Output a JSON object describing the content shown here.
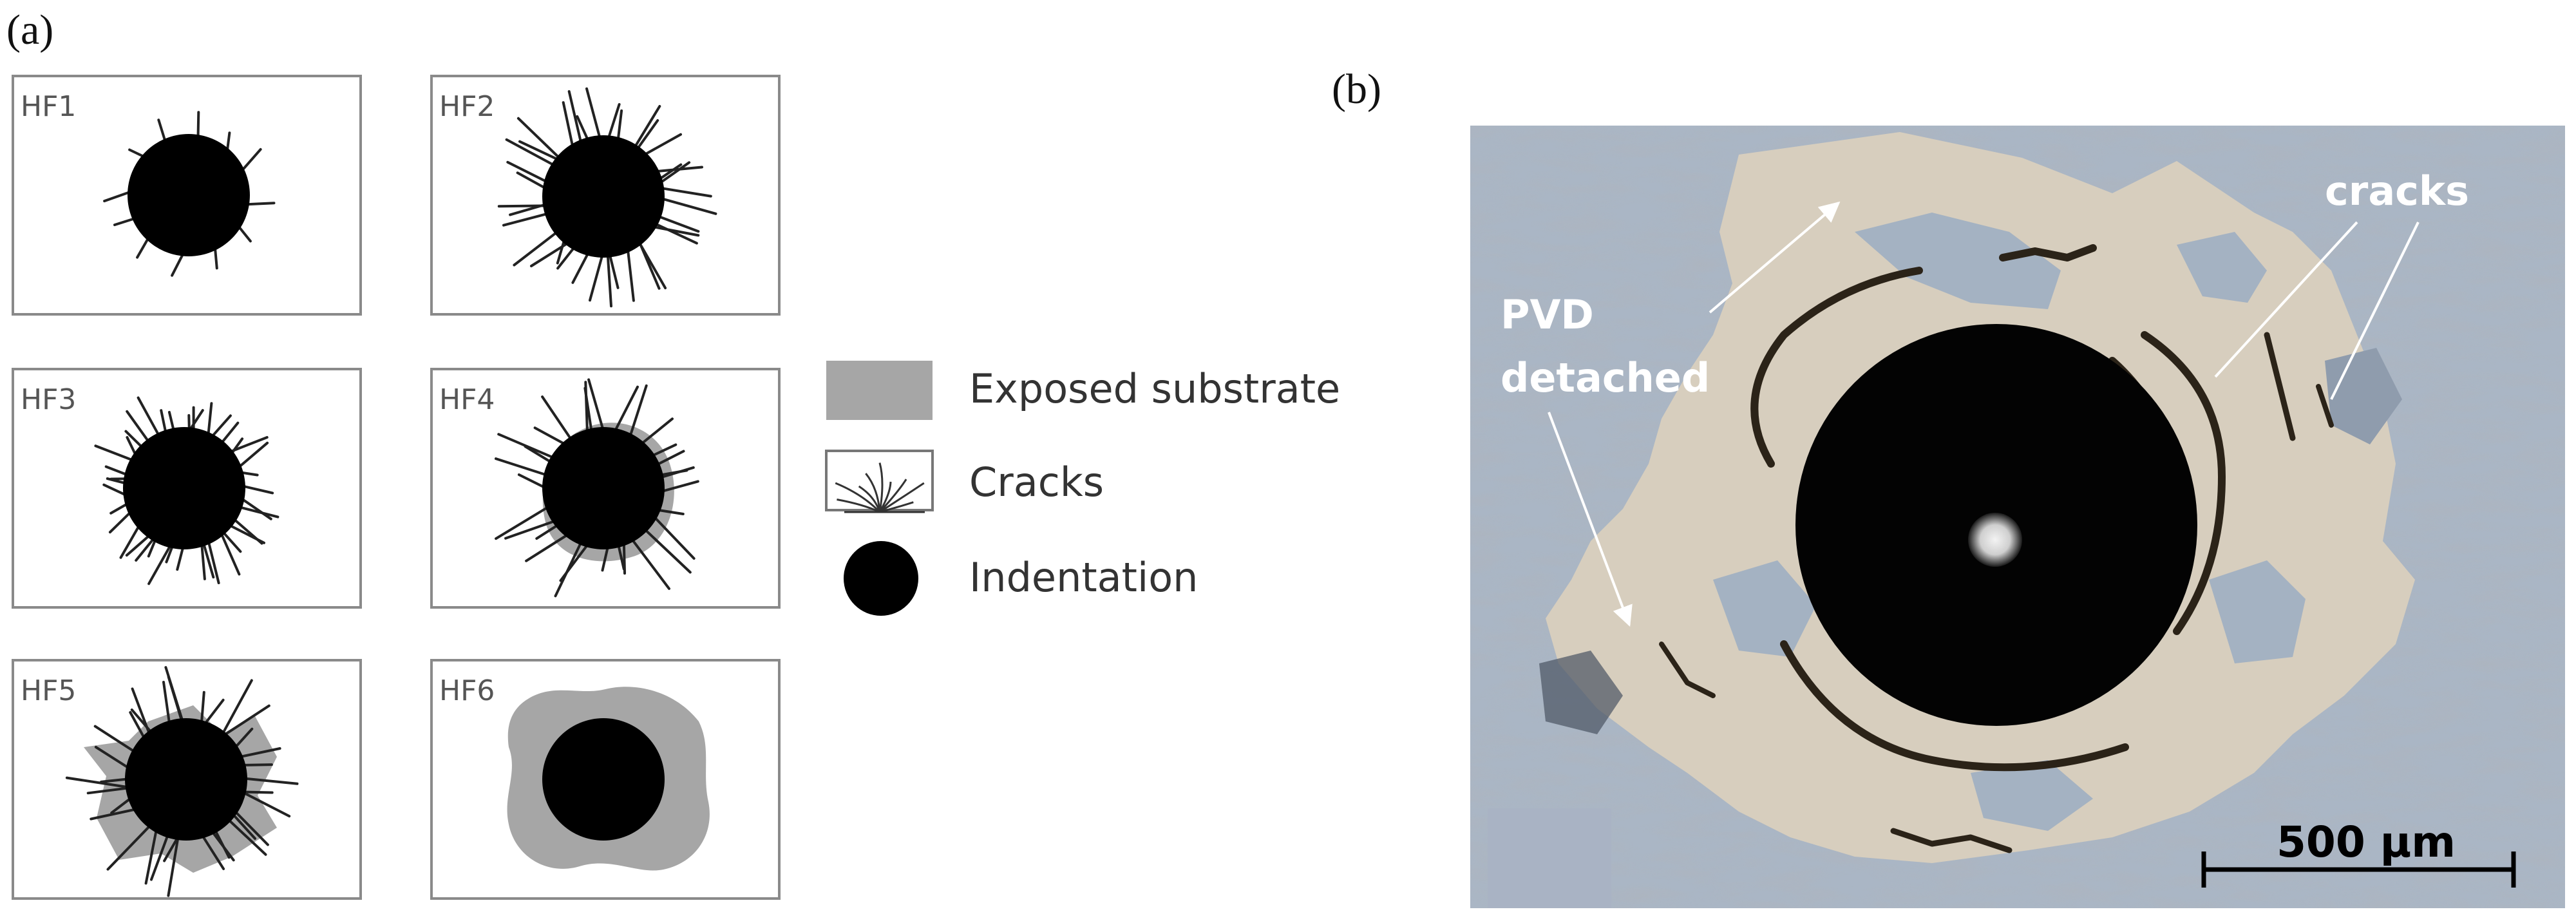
{
  "panel_a": {
    "label": "(a)",
    "cases": [
      {
        "id": "HF1",
        "label": "HF1"
      },
      {
        "id": "HF2",
        "label": "HF2"
      },
      {
        "id": "HF3",
        "label": "HF3"
      },
      {
        "id": "HF4",
        "label": "HF4"
      },
      {
        "id": "HF5",
        "label": "HF5"
      },
      {
        "id": "HF6",
        "label": "HF6"
      }
    ],
    "legend": {
      "exposed": "Exposed substrate",
      "cracks": "Cracks",
      "indentation": "Indentation"
    }
  },
  "panel_b": {
    "label": "(b)",
    "pvd_line1": "PVD",
    "pvd_line2": "detached",
    "cracks": "cracks",
    "scale": "500 µm"
  },
  "colors": {
    "exposed": "#a6a6a6",
    "indentation": "#000000",
    "frame": "#888888",
    "micro_blue": "#a9b6c6",
    "micro_tan": "#d9d0bf"
  }
}
